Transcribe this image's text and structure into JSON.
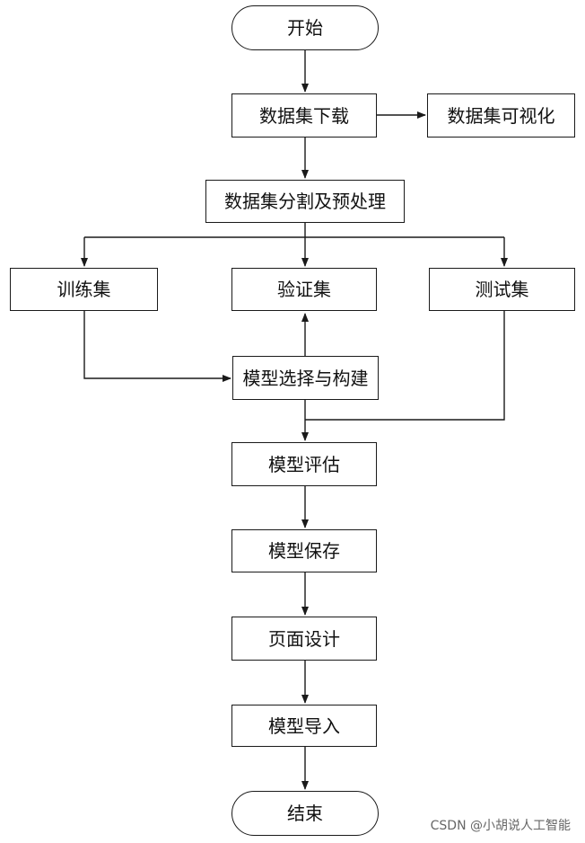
{
  "flowchart": {
    "start": "开始",
    "download": "数据集下载",
    "visualize": "数据集可视化",
    "split": "数据集分割及预处理",
    "train": "训练集",
    "validation": "验证集",
    "test": "测试集",
    "model_build": "模型选择与构建",
    "model_eval": "模型评估",
    "model_save": "模型保存",
    "page_design": "页面设计",
    "model_import": "模型导入",
    "end": "结束"
  },
  "watermark": "CSDN @小胡说人工智能",
  "colors": {
    "stroke": "#1a1a1a",
    "background": "#ffffff",
    "watermark": "#666666"
  }
}
